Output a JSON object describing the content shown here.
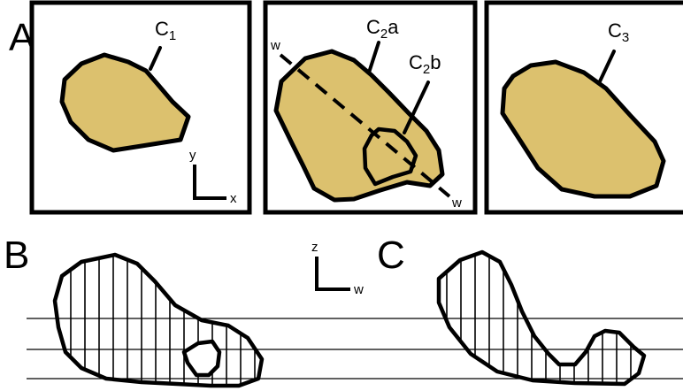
{
  "colors": {
    "region_fill": "#dcc16e",
    "stroke": "#000000",
    "background": "#ffffff"
  },
  "panel_a": {
    "letter": "A",
    "frames": [
      {
        "contour_label": "C",
        "contour_sub": "1"
      },
      {
        "contour_label_a": "C",
        "contour_sub_a": "2",
        "contour_suffix_a": "a",
        "contour_label_b": "C",
        "contour_sub_b": "2",
        "contour_suffix_b": "b",
        "line_label_start": "w",
        "line_label_end": "w"
      },
      {
        "contour_label": "C",
        "contour_sub": "3"
      }
    ],
    "axes": {
      "vertical": "y",
      "horizontal": "x"
    }
  },
  "panel_b": {
    "letter": "B"
  },
  "panel_c": {
    "letter": "C"
  },
  "section_axes": {
    "vertical": "z",
    "horizontal": "w"
  }
}
